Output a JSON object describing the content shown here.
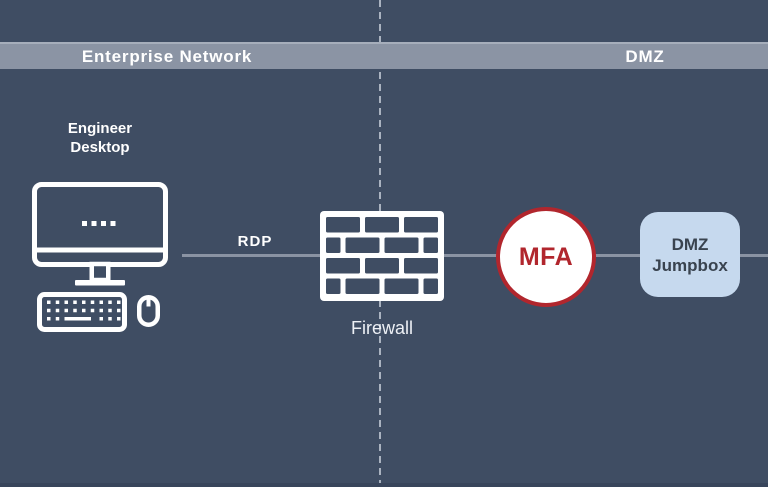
{
  "zones": {
    "enterprise": "Enterprise Network",
    "dmz": "DMZ"
  },
  "nodes": {
    "engineer_desktop": "Engineer\nDesktop",
    "firewall": "Firewall",
    "mfa": "MFA",
    "dmz_jumpbox": "DMZ\nJumpbox"
  },
  "connections": {
    "rdp": "RDP"
  },
  "icons": {
    "engineer_desktop": "desktop-computer-icon (monitor, keyboard, mouse)",
    "firewall": "brick-wall-icon",
    "zone_divider": "vertical-dashed-line"
  },
  "colors": {
    "background": "#3f4d63",
    "zone_band": "#8b94a4",
    "zone_band_highlight": "#a6aebb",
    "line": "#8a93a3",
    "dashed_divider": "#aab3c0",
    "mfa_red": "#b1262d",
    "jumpbox_fill": "#c6d9ee",
    "jumpbox_text": "#39434f",
    "icon_stroke": "#ffffff",
    "label_soft": "#edf0f5",
    "bottom_strip": "#38455b"
  }
}
